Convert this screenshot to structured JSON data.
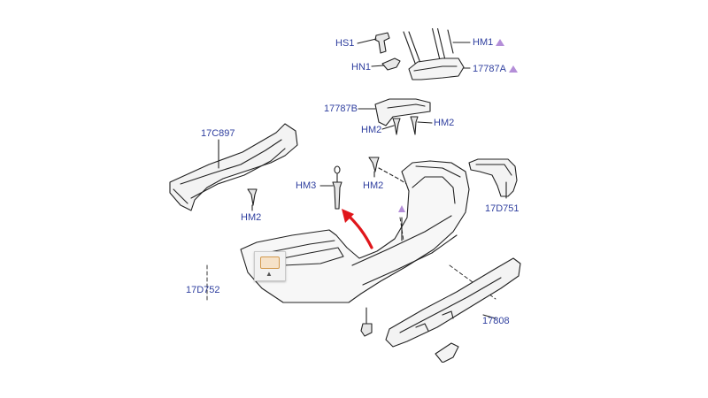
{
  "labels": {
    "hs1": "HS1",
    "hn1": "HN1",
    "hm1": "HM1",
    "part_17787a": "17787A",
    "part_17787b": "17787B",
    "hm2_upper_left": "HM2",
    "hm2_upper_right": "HM2",
    "part_17c897": "17C897",
    "hm2_left": "HM2",
    "hm3": "HM3",
    "hm2_center": "HM2",
    "part_17d751": "17D751",
    "part_17d752": "17D752",
    "part_17808": "17808"
  },
  "colors": {
    "label_text": "#2f3f9f",
    "line_art": "#222222",
    "marker_triangle": "#b48ed8",
    "pointer_arrow": "#e0161b",
    "background": "#ffffff"
  },
  "icons": {
    "marker": "triangle-marker-icon",
    "popup": "color-swatch-icon",
    "arrow": "red-pointer-arrow-icon"
  }
}
